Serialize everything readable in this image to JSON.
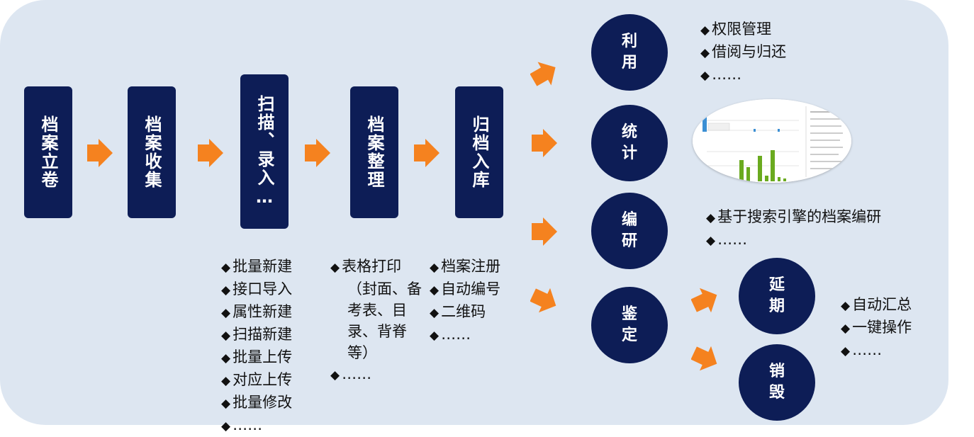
{
  "stages": [
    {
      "label": "档案立卷"
    },
    {
      "label": "档案收集"
    },
    {
      "label": "扫描、录入…"
    },
    {
      "label": "档案整理"
    },
    {
      "label": "归档入库"
    }
  ],
  "outcomes": [
    {
      "label": "利用"
    },
    {
      "label": "统计"
    },
    {
      "label": "编研"
    },
    {
      "label": "鉴定"
    }
  ],
  "appraisal_outcomes": [
    {
      "label": "延期"
    },
    {
      "label": "销毁"
    }
  ],
  "lists": {
    "scan": [
      "批量新建",
      "接口导入",
      "属性新建",
      "扫描新建",
      "批量上传",
      "对应上传",
      "批量修改",
      "……"
    ],
    "organize": [
      "表格打印",
      "（封面、备考表、目录、背脊等）",
      "……"
    ],
    "archive": [
      "档案注册",
      "自动编号",
      "二维码",
      "……"
    ],
    "use": [
      "权限管理",
      "借阅与归还",
      "……"
    ],
    "research": [
      "基于搜索引擎的档案编研",
      "……"
    ],
    "extend": [
      "自动汇总",
      "一键操作",
      "……"
    ]
  },
  "colors": {
    "panel": "#dde6f1",
    "node": "#0d1d56",
    "arrow": "#f5821f",
    "chart_bar": "#6aaa1f",
    "chart_accent": "#3b8fd4"
  },
  "icons": {
    "arrow": "orange-chevron-arrow-icon",
    "thumbnail": "statistics-chart-thumbnail"
  }
}
